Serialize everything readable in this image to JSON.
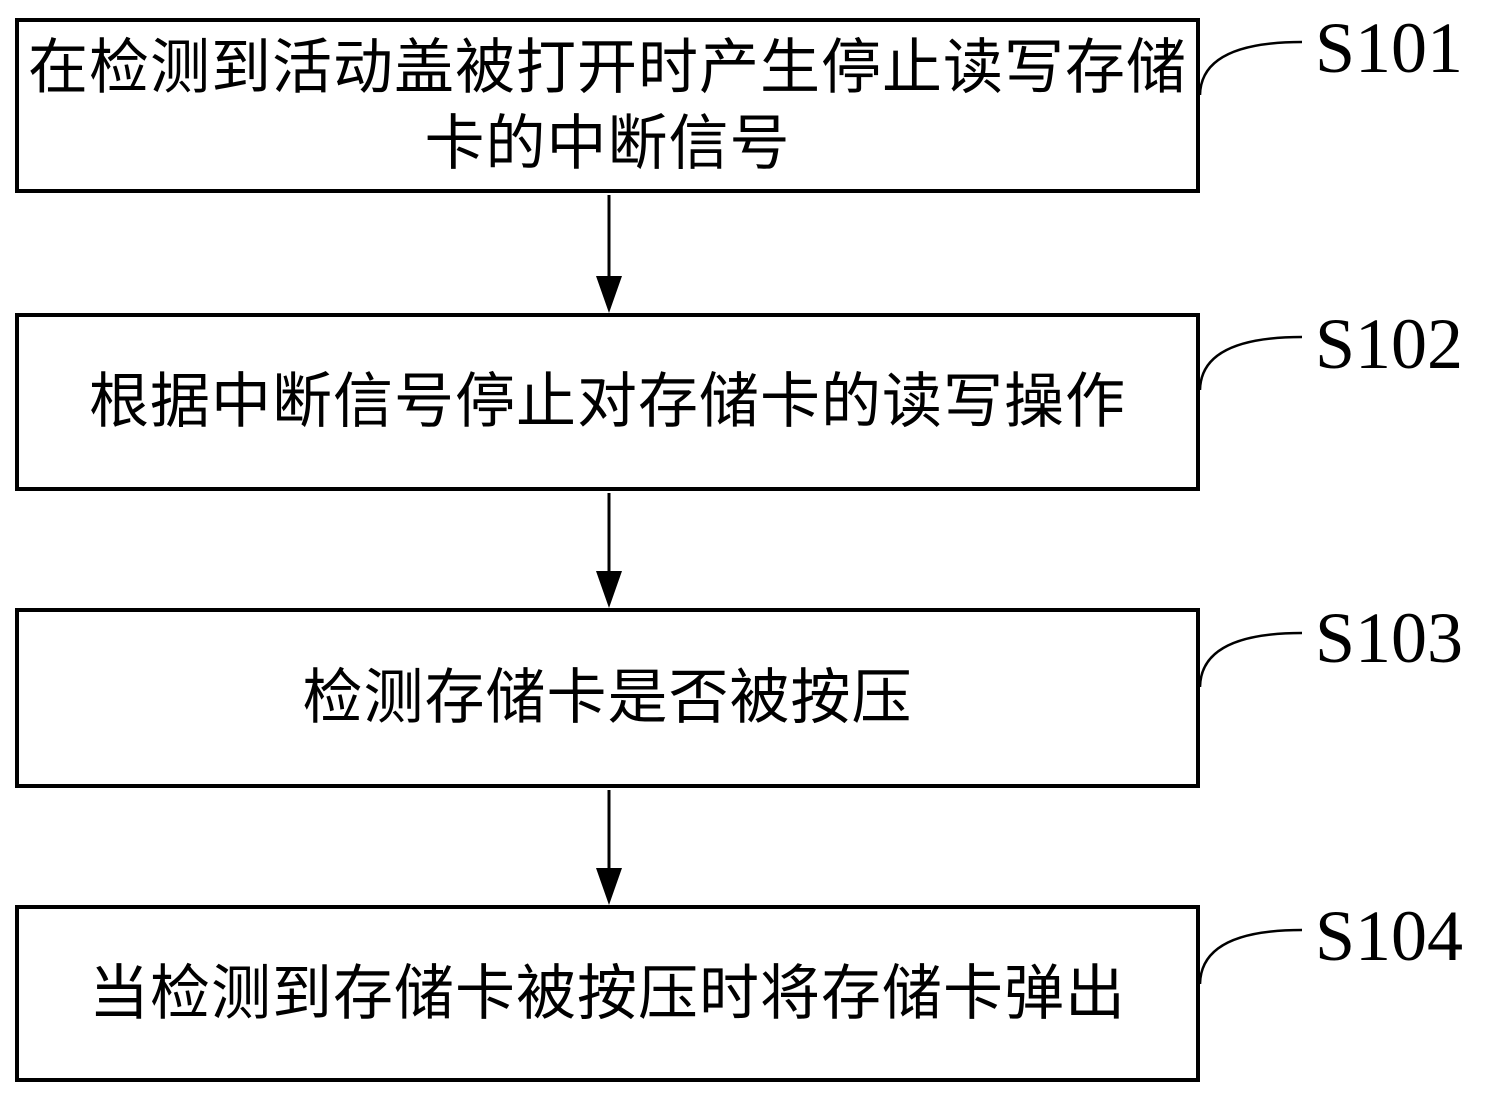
{
  "figure": {
    "type": "flowchart",
    "background_color": "#ffffff",
    "line_color": "#000000",
    "steps": [
      {
        "ref": "S101",
        "lines": [
          "在检测到活动盖被打开时产生停止读写存储",
          "卡的中断信号"
        ]
      },
      {
        "ref": "S102",
        "lines": [
          "根据中断信号停止对存储卡的读写操作"
        ]
      },
      {
        "ref": "S103",
        "lines": [
          "检测存储卡是否被按压"
        ]
      },
      {
        "ref": "S104",
        "lines": [
          "当检测到存储卡被按压时将存储卡弹出"
        ]
      }
    ]
  }
}
